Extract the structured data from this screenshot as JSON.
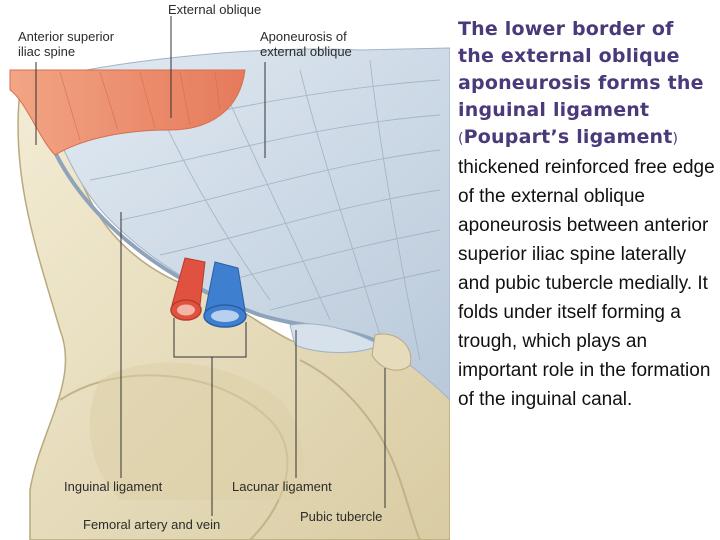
{
  "figure": {
    "labels": {
      "external_oblique": "External oblique",
      "anterior_superior_iliac_spine": "Anterior superior\niliac spine",
      "aponeurosis": "Aponeurosis of\nexternal oblique",
      "inguinal_ligament": "Inguinal ligament",
      "lacunar_ligament": "Lacunar ligament",
      "femoral_artery_vein": "Femoral artery and vein",
      "pubic_tubercle": "Pubic tubercle"
    },
    "colors": {
      "muscle": "#ee8f6e",
      "aponeurosis": "#c9d6e4",
      "bone": "#ebe1c2",
      "artery": "#e0523f",
      "vein": "#3f7fd0"
    }
  },
  "text": {
    "heading": "The lower border of the external oblique aponeurosis forms the inguinal ligament",
    "paren_open": "(",
    "subheading": "Poupart’s ligament",
    "paren_close": ")",
    "body": "thickened reinforced free edge of the external oblique aponeurosis between anterior superior iliac spine laterally and pubic tubercle medially. It folds under itself forming a trough, which plays an important role in the formation of the inguinal canal."
  }
}
